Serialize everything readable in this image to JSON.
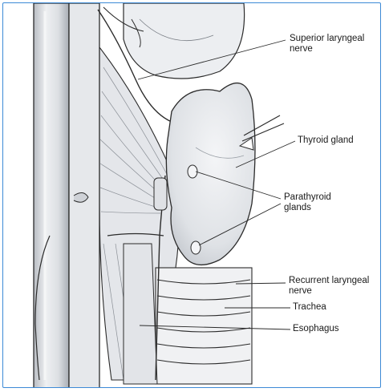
{
  "labels": {
    "superior_laryngeal_nerve": "Superior laryngeal\nnerve",
    "thyroid_gland": "Thyroid gland",
    "parathyroid_glands": "Parathyroid\nglands",
    "recurrent_laryngeal_nerve": "Recurrent laryngeal\nnerve",
    "trachea": "Trachea",
    "esophagus": "Esophagus"
  },
  "colors": {
    "frame_border": "#3d8ad6",
    "tissue_fill": "#e9eaec",
    "tissue_shade": "#c9ccd1",
    "line": "#2b2b2b"
  }
}
